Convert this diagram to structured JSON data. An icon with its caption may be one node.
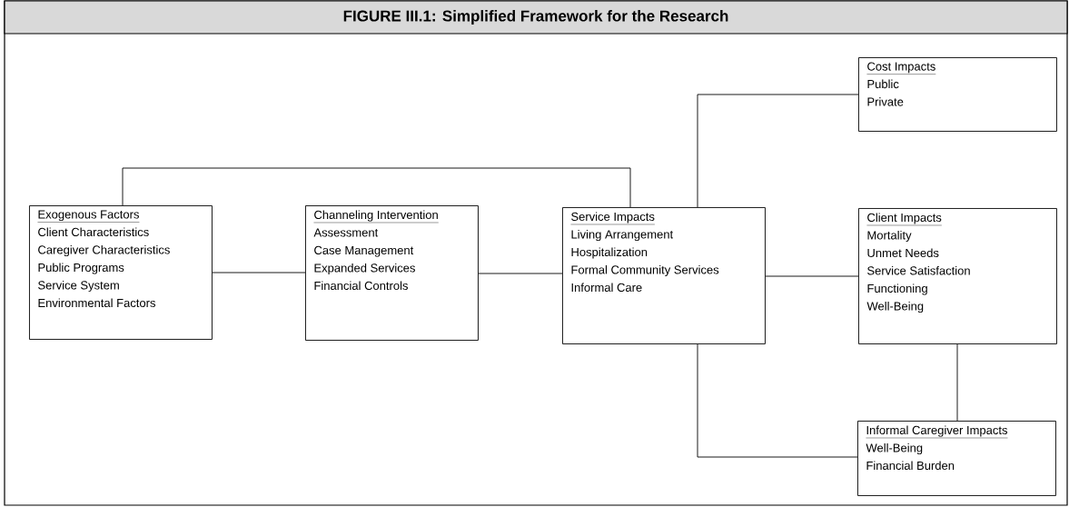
{
  "diagram": {
    "title": "FIGURE III.1: Simplified Framework for the Research",
    "nodes": [
      {
        "text": [
          "Exogenous Factors",
          "Client Characteristics",
          "Caregiver Characteristics",
          "Public Programs",
          "Service System",
          "Environmental Factors"
        ]
      },
      {
        "text": [
          "Channeling Intervention",
          "Assessment",
          "Case Management",
          "Expanded Services",
          "Financial Controls"
        ]
      },
      {
        "text": [
          "Service Impacts",
          "Living Arrangement",
          "Hospitalization",
          "Formal Community Services",
          "Informal Care"
        ]
      },
      {
        "text": [
          "Cost Impacts",
          "Public",
          "Private"
        ]
      },
      {
        "text": [
          "Client Impacts",
          "Mortality",
          "Unmet Needs",
          "Service Satisfaction",
          "Functioning",
          "Well-Being"
        ]
      },
      {
        "text": [
          "Informal Caregiver Impacts",
          "Well-Being",
          "Financial Burden"
        ]
      }
    ],
    "edges": [
      {
        "from": 0,
        "to": 1,
        "arrow": "none"
      },
      {
        "from": 1,
        "to": 2,
        "arrow": "none"
      },
      {
        "from": 0,
        "to": 2,
        "arrow": "none"
      },
      {
        "from": 2,
        "to": 3,
        "arrow": "none"
      },
      {
        "from": 2,
        "to": 4,
        "arrow": "none"
      },
      {
        "from": 4,
        "to": 5,
        "arrow": "none"
      },
      {
        "from": 2,
        "to": 5,
        "arrow": "none"
      }
    ]
  }
}
